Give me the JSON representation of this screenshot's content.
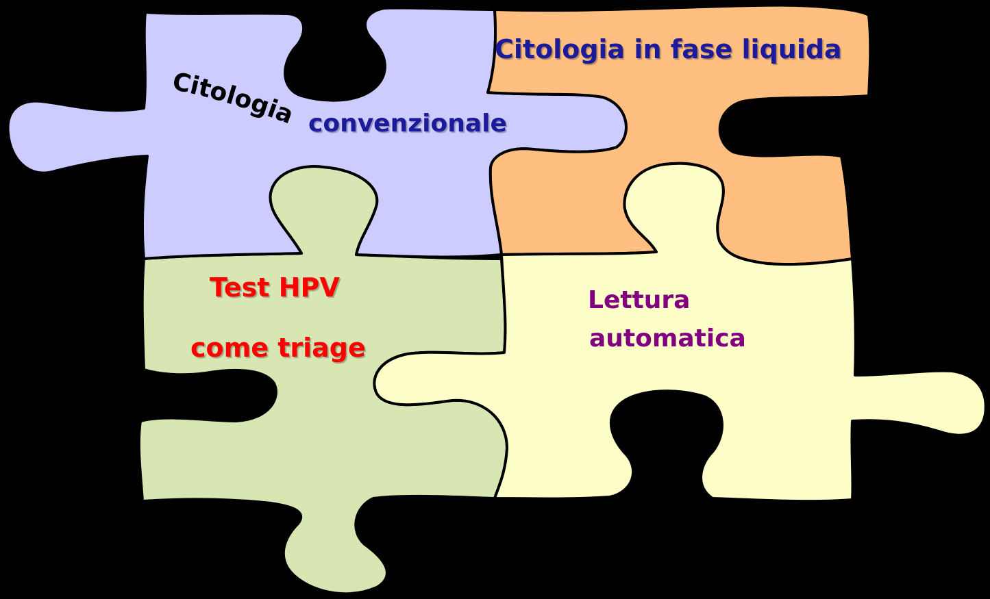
{
  "colors": {
    "background": "#000000",
    "piece_conventional": "#ccccff",
    "piece_liquid": "#ffbf80",
    "piece_hpv": "#d8e6b4",
    "piece_automatic": "#fefec8",
    "text_blue": "#1a1a9a",
    "text_red": "#ff0000",
    "text_purple": "#800080"
  },
  "pieces": {
    "conventional": {
      "label_arc": "Citologia",
      "label_straight": "convenzionale"
    },
    "liquid": {
      "label": "Citologia in fase liquida"
    },
    "hpv": {
      "line1": "Test HPV",
      "line2": "come triage"
    },
    "automatic": {
      "line1": "Lettura",
      "line2": "automatica"
    }
  }
}
